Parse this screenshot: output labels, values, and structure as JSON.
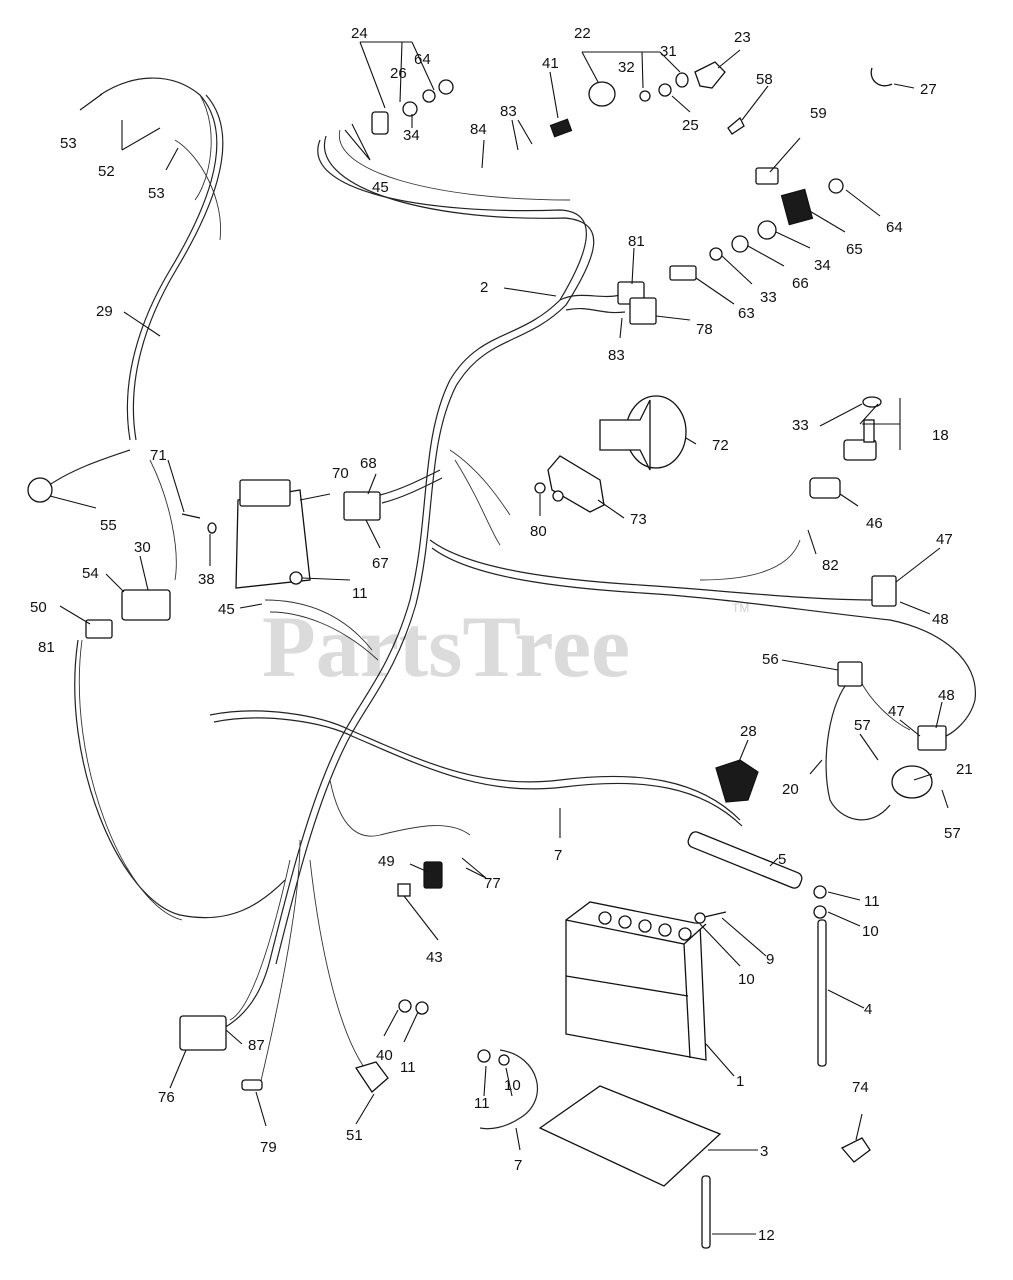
{
  "watermark": {
    "text": "PartsTree",
    "tm": "TM"
  },
  "callouts": {
    "c1": "1",
    "c2": "2",
    "c3": "3",
    "c4": "4",
    "c5": "5",
    "c7": "7",
    "c7b": "7",
    "c9": "9",
    "c10a": "10",
    "c10b": "10",
    "c10c": "10",
    "c11a": "11",
    "c11b": "11",
    "c11c": "11",
    "c11d": "11",
    "c12": "12",
    "c18": "18",
    "c20": "20",
    "c21": "21",
    "c22": "22",
    "c23": "23",
    "c24": "24",
    "c25": "25",
    "c26": "26",
    "c27": "27",
    "c28": "28",
    "c29": "29",
    "c30": "30",
    "c31": "31",
    "c32": "32",
    "c33a": "33",
    "c33b": "33",
    "c34a": "34",
    "c34b": "34",
    "c38": "38",
    "c40": "40",
    "c41": "41",
    "c43": "43",
    "c45a": "45",
    "c45b": "45",
    "c46": "46",
    "c47a": "47",
    "c47b": "47",
    "c48a": "48",
    "c48b": "48",
    "c49": "49",
    "c50": "50",
    "c51": "51",
    "c52": "52",
    "c53a": "53",
    "c53b": "53",
    "c54": "54",
    "c55": "55",
    "c56": "56",
    "c57a": "57",
    "c57b": "57",
    "c58": "58",
    "c59": "59",
    "c63": "63",
    "c64a": "64",
    "c64b": "64",
    "c65": "65",
    "c66": "66",
    "c67": "67",
    "c68": "68",
    "c70": "70",
    "c71": "71",
    "c72": "72",
    "c73": "73",
    "c74": "74",
    "c76": "76",
    "c77": "77",
    "c78": "78",
    "c79": "79",
    "c80": "80",
    "c81a": "81",
    "c81b": "81",
    "c82": "82",
    "c83a": "83",
    "c83b": "83",
    "c84": "84",
    "c87": "87"
  }
}
